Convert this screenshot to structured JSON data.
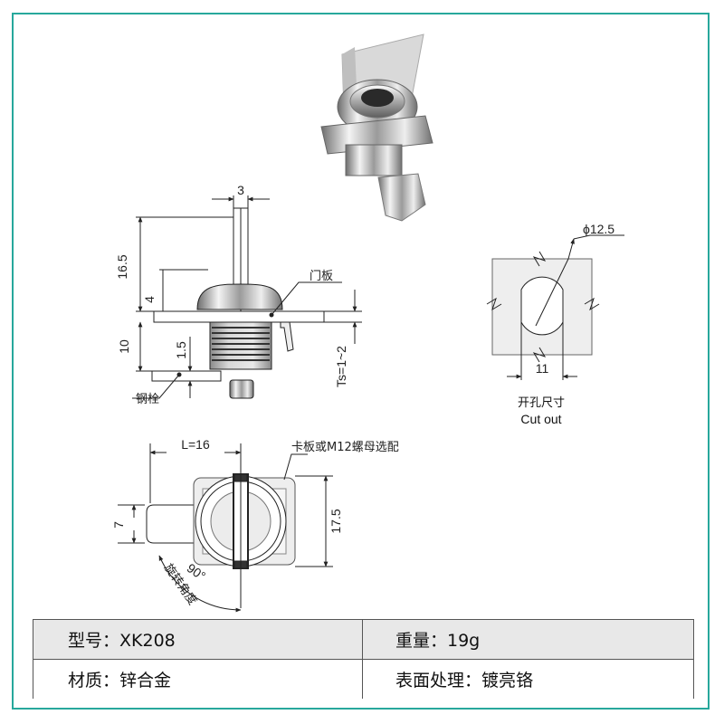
{
  "dimensions": {
    "shaft_width": "3",
    "height_top": "16.5",
    "collar": "4",
    "height_body": "10",
    "cam_thickness": "1.5",
    "panel_thickness": "Ts=1~2",
    "length": "L=16",
    "cam_width": "7",
    "nut_height": "17.5",
    "rotation": "90°",
    "cutout_diameter": "ϕ12.5",
    "cutout_flat": "11"
  },
  "callouts": {
    "door_panel": "门板",
    "steel_cam": "钢栓",
    "clip_or_nut": "卡板或M12螺母选配",
    "rotation_angle": "旋转角度"
  },
  "cutout": {
    "title_cn": "开孔尺寸",
    "title_en": "Cut out"
  },
  "specs": {
    "model": "型号：XK208",
    "weight": "重量：19g",
    "material": "材质：锌合金",
    "finish": "表面处理：镀亮铬"
  },
  "colors": {
    "border": "#27a89c",
    "table_header_bg": "#e8e8e8",
    "line": "#222222"
  }
}
